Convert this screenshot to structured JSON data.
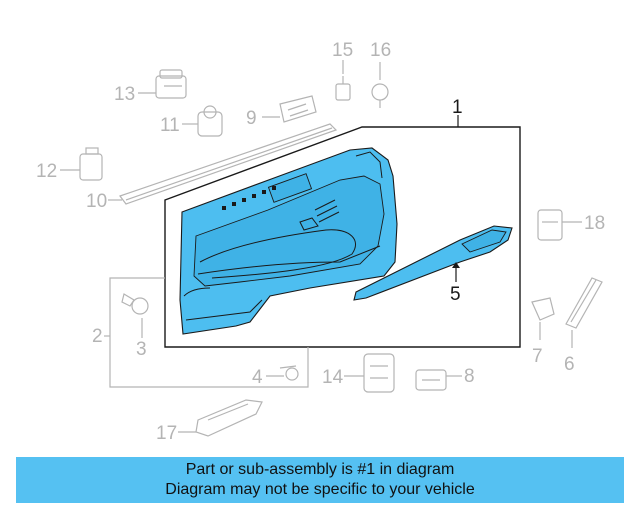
{
  "diagram": {
    "callouts": {
      "c1": "1",
      "c2": "2",
      "c3": "3",
      "c4": "4",
      "c5": "5",
      "c6": "6",
      "c7": "7",
      "c8": "8",
      "c9": "9",
      "c10": "10",
      "c11": "11",
      "c12": "12",
      "c13": "13",
      "c14": "14",
      "c15": "15",
      "c16": "16",
      "c17": "17",
      "c18": "18"
    },
    "highlight_color": "#4dbef0",
    "other_parts_color": "#b4b4b4"
  },
  "banner": {
    "line1": "Part or sub-assembly is #1 in diagram",
    "line2": "Diagram may not be specific to your vehicle",
    "color": "#55c1f2"
  }
}
